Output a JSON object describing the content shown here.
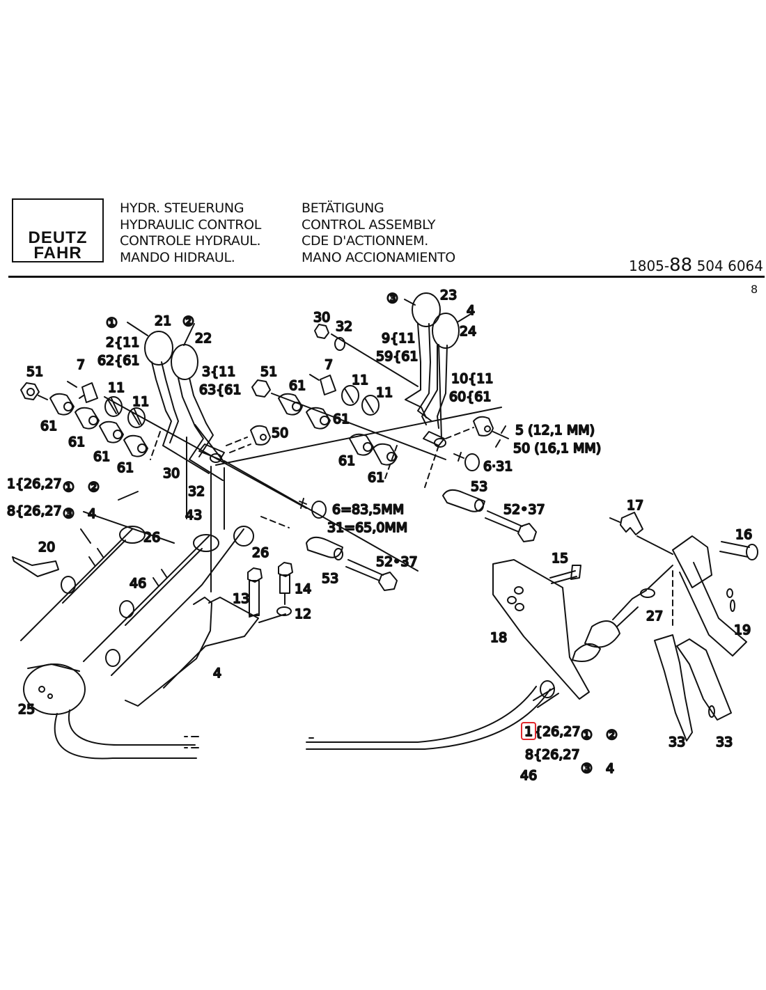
{
  "header": {
    "brand_line1": "DEUTZ",
    "brand_line2": "FAHR",
    "titles_left": [
      "HYDR. STEUERUNG",
      "HYDRAULIC CONTROL",
      "CONTROLE HYDRAUL.",
      "MANDO HIDRAUL."
    ],
    "titles_right": [
      "BETÄTIGUNG",
      "CONTROL ASSEMBLY",
      "CDE D'ACTIONNEM.",
      "MANO ACCIONAMIENTO"
    ],
    "part_number_prefix": "1805-",
    "part_number_big": "88",
    "part_number_suffix": " 504 6064",
    "page": "8"
  },
  "callouts": {
    "c21": "21",
    "c22": "22",
    "c23": "23",
    "c24": "24",
    "c1": "①",
    "c2": "②",
    "c3": "③",
    "c4": "4",
    "c2_11": "2{11",
    "c62_61": "62{61",
    "c3_11": "3{11",
    "c63_61": "63{61",
    "c9_11": "9{11",
    "c59_61": "59{61",
    "c10_11": "10{11",
    "c60_61": "60{61",
    "c51a": "51",
    "c7a": "7",
    "c11a": "11",
    "c11b": "11",
    "c61a": "61",
    "c61b": "61",
    "c61c": "61",
    "c61d": "61",
    "c30a": "30",
    "c32a": "32",
    "c51b": "51",
    "c7b": "7",
    "c11c": "11",
    "c11d": "11",
    "c61e": "61",
    "c61f": "61",
    "c61g": "61",
    "c50": "50",
    "c5": "5  (12,1 MM)",
    "c50mm": "50 (16,1 MM)",
    "c6_31": "6·31",
    "c53a": "53",
    "c52_37a": "52•37",
    "c1_26": "1{26,27",
    "c8_26": "8{26,27",
    "c30b": "30",
    "c32b": "32",
    "c43": "43",
    "c26a": "26",
    "c20": "20",
    "c6mm": "6=83,5MM",
    "c31mm": "31=65,0MM",
    "c26b": "26",
    "c53b": "53",
    "c52_37b": "52•37",
    "c46a": "46",
    "c13": "13",
    "c14": "14",
    "c12": "12",
    "c25": "25",
    "c17": "17",
    "c16": "16",
    "c15": "15",
    "c18": "18",
    "c27": "27",
    "c19": "19",
    "c33a": "33",
    "c33b": "33",
    "c1_26b_num": "1",
    "c1_26b": "{26,27",
    "c8_26b": "8{26,27",
    "c46b": "46"
  }
}
